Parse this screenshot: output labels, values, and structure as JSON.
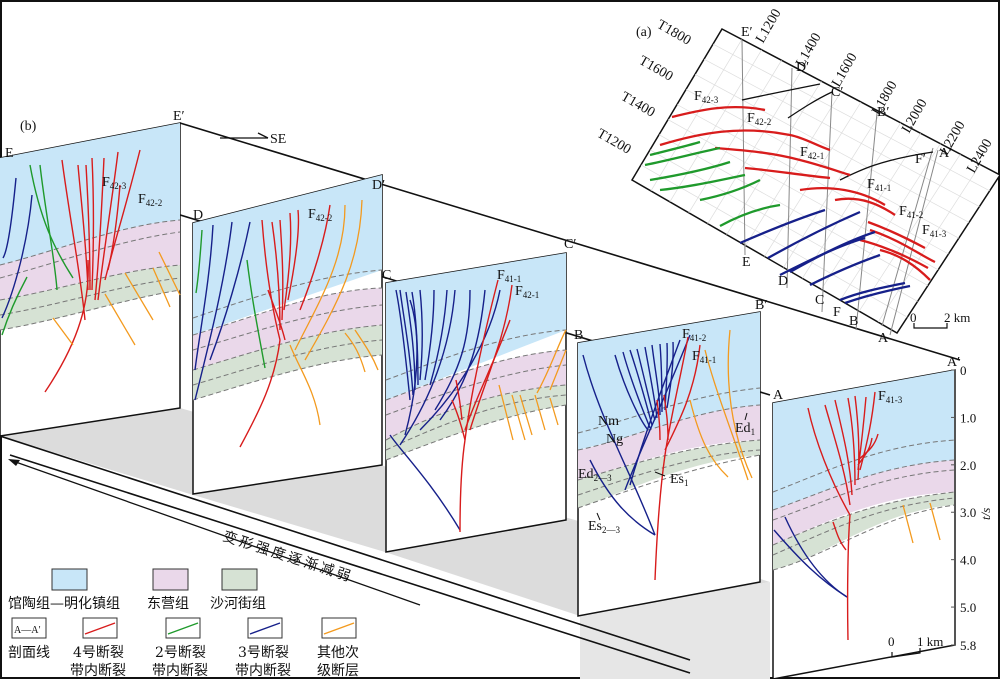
{
  "figure": {
    "panel_a_label": "(a)",
    "panel_b_label": "(b)",
    "colors": {
      "guantao_minghuazhen": "#c8e6f8",
      "dongying": "#ead8ea",
      "shahejie": "#d6e2d4",
      "fault_zone_4": "#d81c1c",
      "fault_zone_2": "#1f9a2c",
      "fault_zone_3": "#16208a",
      "other_faults": "#f39a1e",
      "floor_shade": "#dcdcdc",
      "frame": "#111111"
    }
  },
  "panel_a": {
    "trace_labels": [
      "T1800",
      "T1600",
      "T1400",
      "T1200"
    ],
    "line_labels": [
      "L1200",
      "L1400",
      "L1600",
      "L1800",
      "L2000",
      "L2200",
      "L2400"
    ],
    "section_end_labels": [
      "E′",
      "D′",
      "C′",
      "B′",
      "A′",
      "F′"
    ],
    "section_start_labels": [
      "E",
      "D",
      "C",
      "F",
      "B",
      "A"
    ],
    "fault_labels": [
      {
        "base": "F",
        "sub": "42-3"
      },
      {
        "base": "F",
        "sub": "42-2"
      },
      {
        "base": "F",
        "sub": "42-1"
      },
      {
        "base": "F",
        "sub": "41-1"
      },
      {
        "base": "F",
        "sub": "41-2"
      },
      {
        "base": "F",
        "sub": "41-3"
      }
    ],
    "scale": {
      "zero": "0",
      "value": "2 km"
    }
  },
  "panel_b": {
    "direction": "SE",
    "sections": [
      {
        "start": "E",
        "end": "E′",
        "faults": [
          {
            "base": "F",
            "sub": "42-3"
          },
          {
            "base": "F",
            "sub": "42-2"
          }
        ]
      },
      {
        "start": "D",
        "end": "D′",
        "faults": [
          {
            "base": "F",
            "sub": "42-2"
          }
        ]
      },
      {
        "start": "C",
        "end": "C′",
        "faults": [
          {
            "base": "F",
            "sub": "41-1"
          },
          {
            "base": "F",
            "sub": "42-1"
          }
        ]
      },
      {
        "start": "B",
        "end": "B′",
        "faults": [
          {
            "base": "F",
            "sub": "41-2"
          },
          {
            "base": "F",
            "sub": "41-1"
          }
        ]
      },
      {
        "start": "A",
        "end": "A′",
        "faults": [
          {
            "base": "F",
            "sub": "41-3"
          }
        ]
      }
    ],
    "strata_labels": {
      "nm": "Nm",
      "ng": "Ng",
      "ed23": {
        "base": "Ed",
        "sub": "2—3"
      },
      "es1": {
        "base": "Es",
        "sub": "1"
      },
      "es23": {
        "base": "Es",
        "sub": "2—3"
      },
      "ed1": {
        "base": "Ed",
        "sub": "1"
      }
    },
    "axis": {
      "label": "t/s",
      "ticks": [
        "0",
        "1.0",
        "2.0",
        "3.0",
        "4.0",
        "5.0",
        "5.8"
      ]
    },
    "scale": {
      "zero": "0",
      "value": "1 km"
    },
    "trend_text": "变形强度逐渐减弱"
  },
  "legend": {
    "fills": [
      {
        "label": "馆陶组—明化镇组",
        "color_key": "guantao_minghuazhen"
      },
      {
        "label": "东营组",
        "color_key": "dongying"
      },
      {
        "label": "沙河街组",
        "color_key": "shahejie"
      }
    ],
    "lines": [
      {
        "label1": "剖面线",
        "label2": "",
        "swatch_text": "A—A′"
      },
      {
        "label1": "4号断裂",
        "label2": "带内断裂",
        "color_key": "fault_zone_4"
      },
      {
        "label1": "2号断裂",
        "label2": "带内断裂",
        "color_key": "fault_zone_2"
      },
      {
        "label1": "3号断裂",
        "label2": "带内断裂",
        "color_key": "fault_zone_3"
      },
      {
        "label1": "其他次",
        "label2": "级断层",
        "color_key": "other_faults"
      }
    ]
  }
}
